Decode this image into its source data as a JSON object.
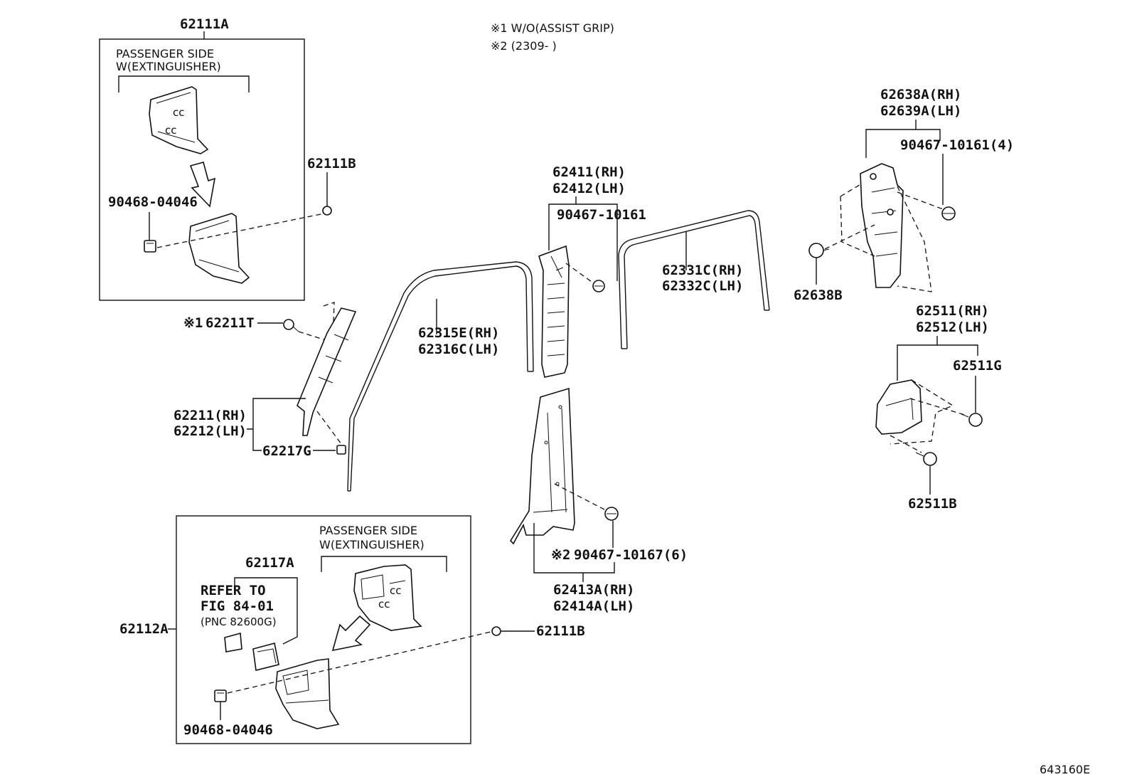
{
  "notes": {
    "n1": "※1 W/O(ASSIST GRIP)",
    "n2": "※2 (2309-        )"
  },
  "figure_id": "643160E",
  "upper_box": {
    "part": "62111A",
    "variant_line1": "PASSENGER SIDE",
    "variant_line2": "W(EXTINGUISHER)",
    "clip": "90468-04046"
  },
  "lower_box": {
    "part": "62112A",
    "variant_line1": "PASSENGER SIDE",
    "variant_line2": "W(EXTINGUISHER)",
    "sub_part": "62117A",
    "refer1": "REFER TO",
    "refer2": "FIG 84-01",
    "refer3": "(PNC 82600G)",
    "clip": "90468-04046"
  },
  "labels": {
    "p62111B_top": "62111B",
    "p62111B_bottom": "62111B",
    "p62211T_mark": "※1",
    "p62211T": "62211T",
    "p62211": "62211(RH)",
    "p62212": "62212(LH)",
    "p62217G": "62217G",
    "p62315E": "62315E(RH)",
    "p62316C": "62316C(LH)",
    "p62411": "62411(RH)",
    "p62412": "62412(LH)",
    "p90467_10161": "90467-10161",
    "p62331C": "62331C(RH)",
    "p62332C": "62332C(LH)",
    "p90467_10167_mark": "※2",
    "p90467_10167": "90467-10167(6)",
    "p62413A": "62413A(RH)",
    "p62414A": "62414A(LH)",
    "p62638A": "62638A(RH)",
    "p62639A": "62639A(LH)",
    "p90467_10161_4": "90467-10161(4)",
    "p62638B": "62638B",
    "p62511": "62511(RH)",
    "p62512": "62512(LH)",
    "p62511G": "62511G",
    "p62511B": "62511B"
  }
}
